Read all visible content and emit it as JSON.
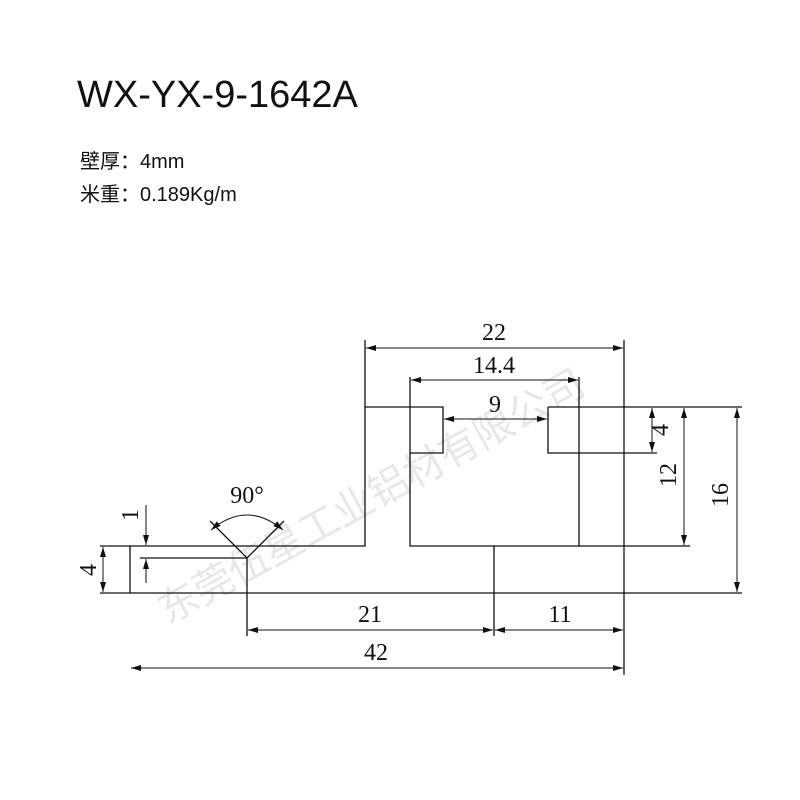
{
  "title": "WX-YX-9-1642A",
  "specs": [
    {
      "label": "壁厚：",
      "value": "4mm"
    },
    {
      "label": "米重：",
      "value": "0.189Kg/m"
    }
  ],
  "watermark": "东莞伍星工业铝材有限公司",
  "dimensions": {
    "overall_width": "42",
    "top_width": "22",
    "slot_outer_width": "14.4",
    "slot_opening": "9",
    "left_to_center": "21",
    "center_to_right": "11",
    "overall_height": "16",
    "slot_depth": "12",
    "lip_thickness": "4",
    "base_thickness": "4",
    "groove_depth": "1",
    "groove_angle": "90°"
  }
}
